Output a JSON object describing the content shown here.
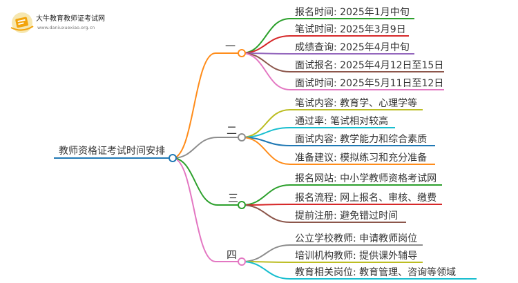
{
  "logo": {
    "title": "大牛教育教师证考试网",
    "url": "www.daniuxuexiao.org.cn"
  },
  "root": {
    "label": "教师资格证考试时间安排"
  },
  "colors": {
    "root": "#1f78b4",
    "branches": [
      "#ff8c1a",
      "#8c8c8c",
      "#2ca02c",
      "#e377c2"
    ],
    "leaves": [
      [
        "#2ca02c",
        "#d62728",
        "#9467bd",
        "#8c564b",
        "#e377c2"
      ],
      [
        "#bcbd22",
        "#17becf",
        "#1f78b4",
        "#ff8c1a"
      ],
      [
        "#2ca02c",
        "#d62728",
        "#8c564b"
      ],
      [
        "#8c8c8c",
        "#bcbd22",
        "#17becf"
      ]
    ]
  },
  "branches": [
    {
      "label": "一",
      "leaves": [
        "报名时间: 2025年1月中旬",
        "笔试时间: 2025年3月9日",
        "成绩查询: 2025年4月中旬",
        "面试报名: 2025年4月12日至15日",
        "面试时间: 2025年5月11日至12日"
      ]
    },
    {
      "label": "二",
      "leaves": [
        "笔试内容: 教育学、心理学等",
        "通过率: 笔试相对较高",
        "面试内容: 教学能力和综合素质",
        "准备建议: 模拟练习和充分准备"
      ]
    },
    {
      "label": "三",
      "leaves": [
        "报名网站: 中小学教师资格考试网",
        "报名流程: 网上报名、审核、缴费",
        "提前注册: 避免错过时间"
      ]
    },
    {
      "label": "四",
      "leaves": [
        "公立学校教师: 申请教师岗位",
        "培训机构教师: 提供课外辅导",
        "教育相关岗位: 教育管理、咨询等领域"
      ]
    }
  ]
}
